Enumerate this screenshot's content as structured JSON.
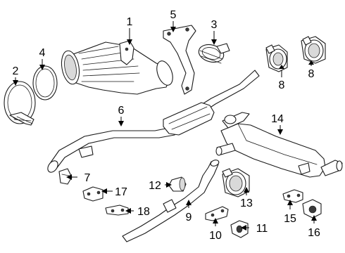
{
  "callouts": [
    {
      "id": "1",
      "part": "catalytic-converter"
    },
    {
      "id": "2",
      "part": "band-clamp"
    },
    {
      "id": "3",
      "part": "clamp"
    },
    {
      "id": "4",
      "part": "gasket"
    },
    {
      "id": "5",
      "part": "bracket"
    },
    {
      "id": "6",
      "part": "intermediate-pipe"
    },
    {
      "id": "7",
      "part": "hanger-clip"
    },
    {
      "id": "8",
      "part": "tail-pipe-tip"
    },
    {
      "id": "9",
      "part": "front-pipe"
    },
    {
      "id": "10",
      "part": "bracket"
    },
    {
      "id": "11",
      "part": "insulator"
    },
    {
      "id": "12",
      "part": "seal"
    },
    {
      "id": "13",
      "part": "tail-pipe-tip"
    },
    {
      "id": "14",
      "part": "muffler"
    },
    {
      "id": "15",
      "part": "hanger-bracket"
    },
    {
      "id": "16",
      "part": "insulator"
    },
    {
      "id": "17",
      "part": "hanger-bracket"
    },
    {
      "id": "18",
      "part": "hanger-bracket"
    }
  ]
}
